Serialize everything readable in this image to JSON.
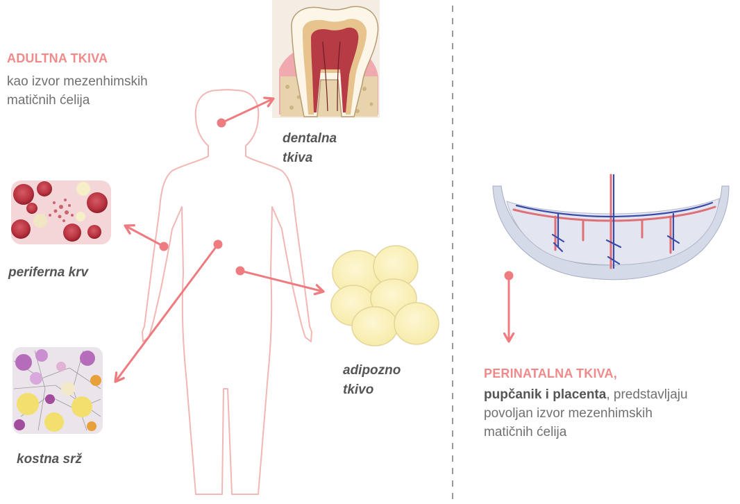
{
  "left_section": {
    "heading": "ADULTNA TKIVA",
    "description_line1": "kao izvor mezenhimskih",
    "description_line2": "matičnih ćelija"
  },
  "labels": {
    "dental_line1": "dentalna",
    "dental_line2": "tkiva",
    "peripheral_blood": "periferna krv",
    "adipose_line1": "adipozno",
    "adipose_line2": "tkivo",
    "bone_marrow": "kostna srž"
  },
  "right_section": {
    "heading": "PERINATALNA TKIVA,",
    "bold_text": "pupčanik i placenta",
    "text_rest": ", predstavljaju",
    "line2": "povoljan izvor mezenhimskih",
    "line3": "matičnih ćelija"
  },
  "colors": {
    "accent": "#f08a8a",
    "arrow": "#ee7b7f",
    "body_outline": "#f2b7b4",
    "divider": "#9a9a9a",
    "fat_cell": "#fbf2c0"
  }
}
